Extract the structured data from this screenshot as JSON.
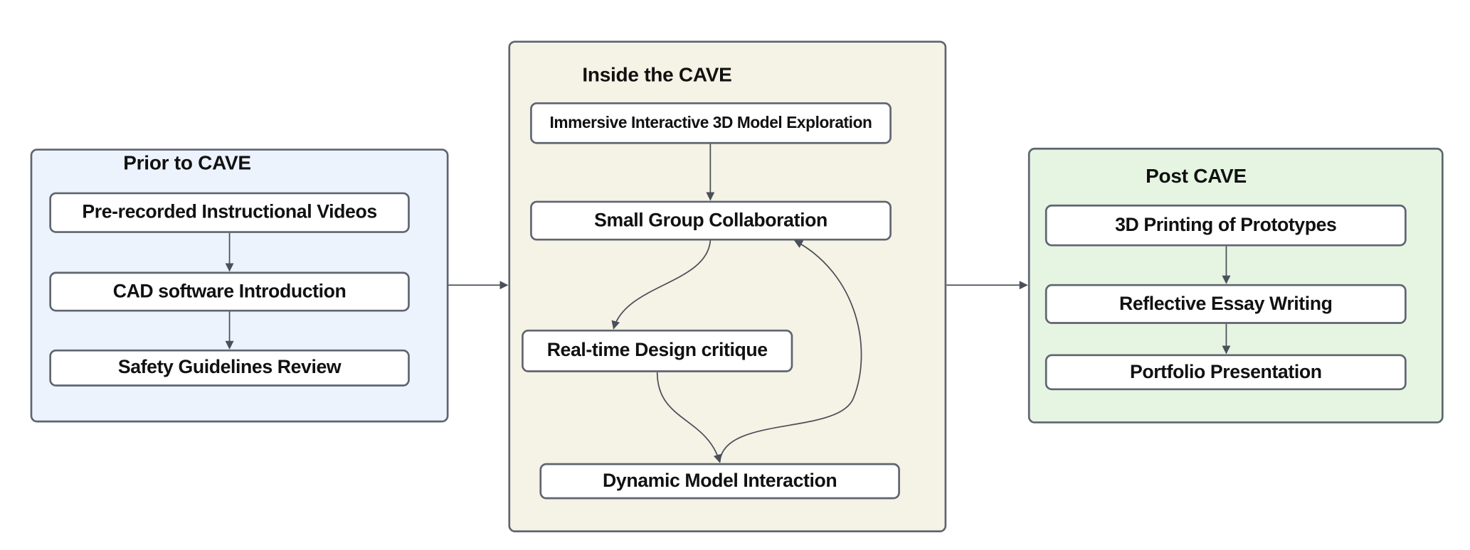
{
  "panels": {
    "prior": {
      "title": "Prior to CAVE",
      "fill": "#edf3fd",
      "steps": [
        "Pre-recorded Instructional Videos",
        "CAD software Introduction",
        "Safety Guidelines Review"
      ]
    },
    "inside": {
      "title": "Inside the CAVE",
      "fill": "#f5f2e6",
      "steps": [
        "Immersive Interactive 3D Model Exploration",
        "Small Group Collaboration",
        "Real-time Design critique",
        "Dynamic Model Interaction"
      ]
    },
    "post": {
      "title": "Post CAVE",
      "fill": "#e5f5e2",
      "steps": [
        "3D Printing of Prototypes",
        "Reflective Essay Writing",
        "Portfolio Presentation"
      ]
    }
  },
  "colors": {
    "border": "#5e6470",
    "arrow": "#4a4f58",
    "text": "#111111"
  },
  "edges": [
    {
      "from": "prior",
      "to": "inside"
    },
    {
      "from": "inside",
      "to": "post"
    },
    {
      "from": "Pre-recorded Instructional Videos",
      "to": "CAD software Introduction"
    },
    {
      "from": "CAD software Introduction",
      "to": "Safety Guidelines Review"
    },
    {
      "from": "Immersive Interactive 3D Model Exploration",
      "to": "Small Group Collaboration"
    },
    {
      "from": "Small Group Collaboration",
      "to": "Real-time Design critique"
    },
    {
      "from": "Real-time Design critique",
      "to": "Dynamic Model Interaction"
    },
    {
      "from": "Dynamic Model Interaction",
      "to": "Small Group Collaboration"
    },
    {
      "from": "3D Printing of Prototypes",
      "to": "Reflective Essay Writing"
    },
    {
      "from": "Reflective Essay Writing",
      "to": "Portfolio Presentation"
    }
  ]
}
